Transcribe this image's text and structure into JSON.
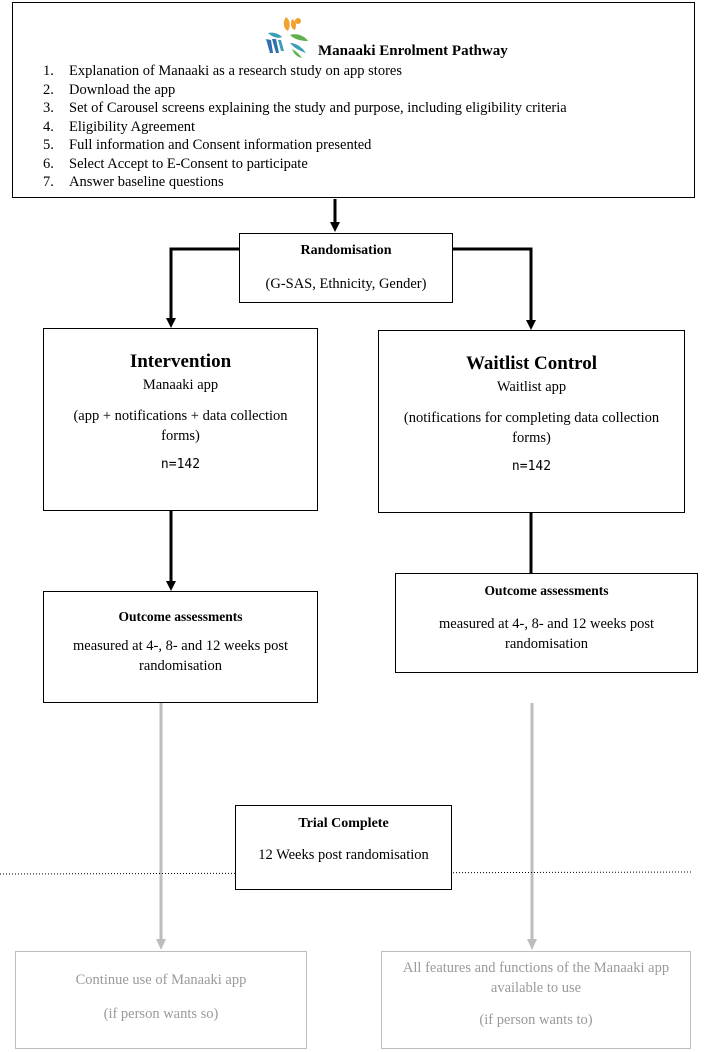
{
  "enrolment": {
    "title": "Manaaki Enrolment Pathway",
    "steps": [
      {
        "num": "1.",
        "text": "Explanation of Manaaki as a research study on app stores"
      },
      {
        "num": "2.",
        "text": "Download the app"
      },
      {
        "num": "3.",
        "text": "Set of Carousel screens explaining the study and purpose, including eligibility criteria"
      },
      {
        "num": "4.",
        "text": "Eligibility Agreement"
      },
      {
        "num": "5.",
        "text": "Full information and Consent information presented"
      },
      {
        "num": "6.",
        "text": "Select Accept to E-Consent to participate"
      },
      {
        "num": "7.",
        "text": "Answer baseline questions"
      }
    ]
  },
  "randomisation": {
    "title": "Randomisation",
    "factors": "(G-SAS, Ethnicity, Gender)"
  },
  "intervention": {
    "title": "Intervention",
    "app": "Manaaki app",
    "description": "(app + notifications + data collection forms)",
    "n": "n=142"
  },
  "waitlist": {
    "title": "Waitlist Control",
    "app": "Waitlist app",
    "description": "(notifications for completing data collection forms)",
    "n": "n=142"
  },
  "outcome_intervention": {
    "title": "Outcome assessments",
    "text": "measured at 4-, 8- and 12 weeks post randomisation"
  },
  "outcome_waitlist": {
    "title": "Outcome assessments",
    "text": "measured at 4-, 8- and 12 weeks post randomisation"
  },
  "trial_complete": {
    "title": "Trial Complete",
    "text": "12 Weeks post randomisation"
  },
  "post_intervention": {
    "line1": "Continue use of Manaaki app",
    "line2": "(if person wants so)"
  },
  "post_waitlist": {
    "line1": "All features and functions of the Manaaki app available to use",
    "line2": "(if person wants to)"
  },
  "colors": {
    "line": "#000000",
    "grey_line": "#bdbdbd",
    "grey_text": "#9a9a9a",
    "logo_orange": "#f2a12e",
    "logo_teal": "#3a9fb5",
    "logo_green": "#5fb04a",
    "logo_blue": "#2f6fb0"
  }
}
